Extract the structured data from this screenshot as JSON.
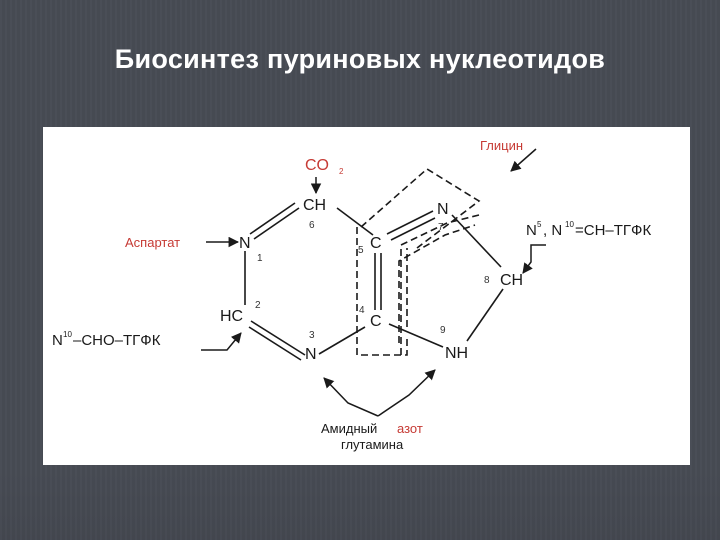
{
  "title": "Биосинтез пуриновых нуклеотидов",
  "diagram": {
    "atoms": {
      "n1": "N",
      "c2": "HC",
      "n3": "N",
      "c4": "C",
      "c5": "C",
      "c6": "CH",
      "n7": "N",
      "c8": "CH",
      "n9": "NH"
    },
    "ring_numbers": [
      "1",
      "2",
      "3",
      "4",
      "5",
      "6",
      "7",
      "8",
      "9"
    ],
    "sources": {
      "co2_main": "CO",
      "co2_sub": "2",
      "glycine": "Глицин",
      "aspartate": "Аспартат",
      "n10_left": "N",
      "n10_left_sup": "10",
      "n10_left_rest": "–CHO–ТГФК",
      "n5_top": "N",
      "n5_sup": "5",
      "n10_right": ", N",
      "n10_right_sup": "10",
      "n10_right_rest": "=CH–ТГФК",
      "amide_word1": "Амидный",
      "amide_word2": "азот",
      "amide_word3": "глутамина"
    },
    "colors": {
      "red": "#c63a34",
      "ink": "#1a1a1a"
    }
  }
}
